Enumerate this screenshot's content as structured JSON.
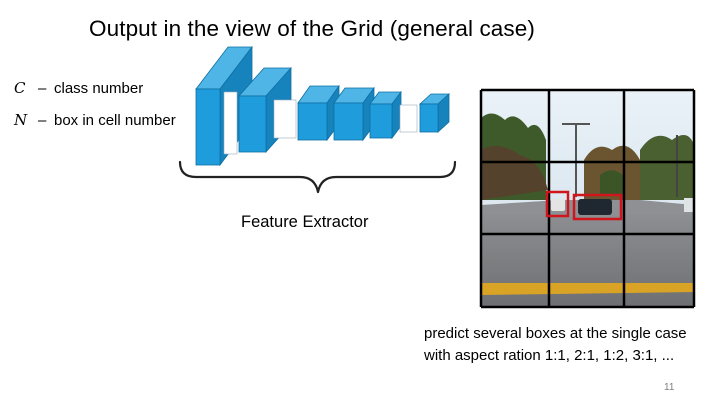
{
  "slide": {
    "title": "Output in the view of the Grid (general case)",
    "legend": [
      {
        "symbol": "C",
        "text": "class number"
      },
      {
        "symbol": "N",
        "text": "box in cell number"
      }
    ],
    "feature_extractor_label": "Feature Extractor",
    "caption_lines": [
      "predict several boxes at the single case",
      "with aspect ration 1:1, 2:1, 1:2, 3:1, ..."
    ],
    "page_number": "11"
  },
  "colors": {
    "cnn_front": "#1f9cdc",
    "cnn_top": "#4fb4e6",
    "cnn_side": "#1683bd",
    "detection_box": "#d0161c",
    "grid_line": "#000000",
    "page_number": "#7f7f7f"
  },
  "icons": {
    "brace": "curly-brace-under",
    "network": "cnn-layer-stack",
    "photo": "street-scene-photo"
  }
}
